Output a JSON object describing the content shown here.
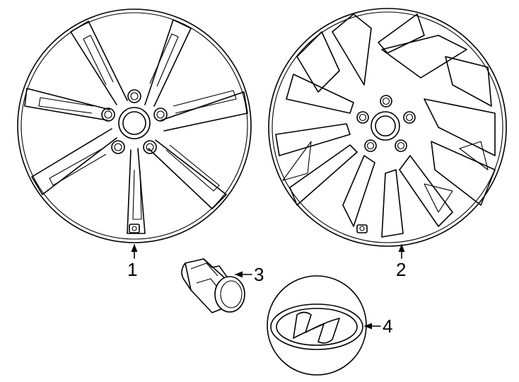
{
  "diagram": {
    "callouts": [
      {
        "id": "1",
        "label": "1"
      },
      {
        "id": "2",
        "label": "2"
      },
      {
        "id": "3",
        "label": "3"
      },
      {
        "id": "4",
        "label": "4"
      }
    ],
    "parts": [
      {
        "callout": "1",
        "icon": "alloy-wheel-twin-spoke-icon"
      },
      {
        "callout": "2",
        "icon": "alloy-wheel-mesh-spoke-icon"
      },
      {
        "callout": "3",
        "icon": "lug-nut-icon"
      },
      {
        "callout": "4",
        "icon": "center-cap-emblem-icon"
      }
    ]
  }
}
